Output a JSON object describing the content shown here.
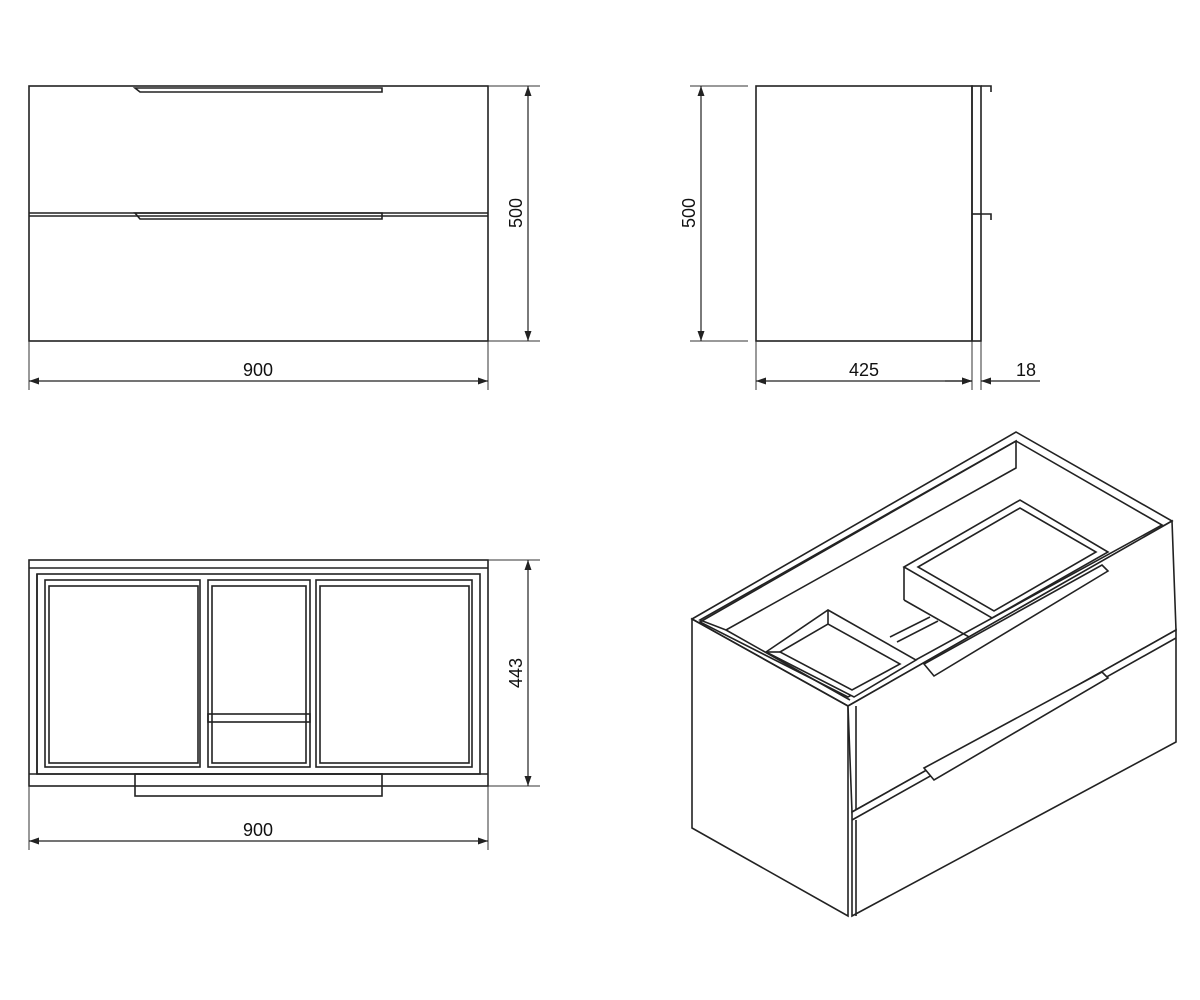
{
  "front_view": {
    "width_label": "900",
    "height_label": "500"
  },
  "side_view": {
    "depth_label": "425",
    "front_thickness_label": "18",
    "height_label": "500"
  },
  "top_view": {
    "width_label": "900",
    "depth_label": "443"
  },
  "colors": {
    "line": "#222222",
    "background": "#ffffff"
  }
}
